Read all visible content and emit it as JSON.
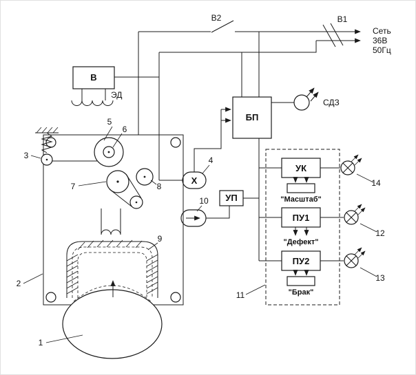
{
  "power": {
    "switch_b2": "В2",
    "switch_b1": "В1",
    "mains": {
      "l1": "Сеть",
      "l2": "36В",
      "l3": "50Гц"
    }
  },
  "blocks": {
    "v": "В",
    "ed": "ЭД",
    "bp": "БП",
    "sdz": "СДЗ",
    "x": "Х",
    "up": "УП",
    "uk": "УК",
    "pu1": "ПУ1",
    "pu2": "ПУ2"
  },
  "captions": {
    "scale": "\"Масштаб\"",
    "defect": "\"Дефект\"",
    "reject": "\"Брак\""
  },
  "callouts": {
    "c1": "1",
    "c2": "2",
    "c3": "3",
    "c4": "4",
    "c5": "5",
    "c6": "6",
    "c7": "7",
    "c8": "8",
    "c9": "9",
    "c10": "10",
    "c11": "11",
    "c12": "12",
    "c13": "13",
    "c14": "14"
  },
  "colors": {
    "line": "#1a1a1a",
    "background": "#ffffff"
  }
}
